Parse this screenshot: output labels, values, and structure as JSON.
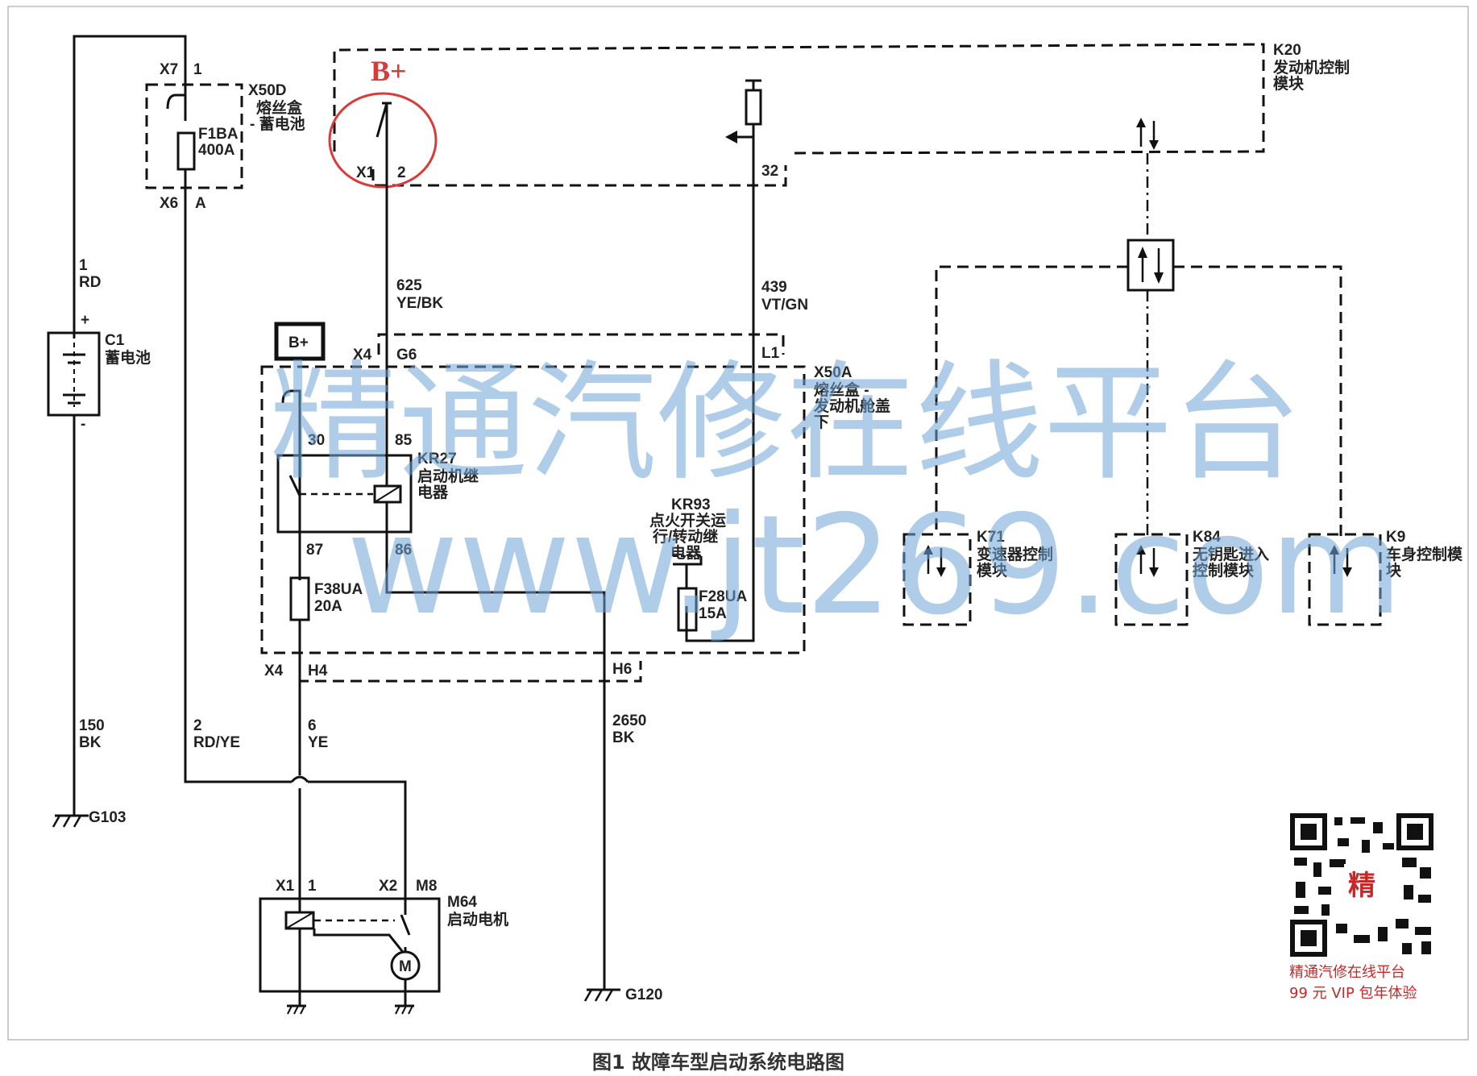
{
  "caption": "图1 故障车型启动系统电路图",
  "highlight_label": "B+",
  "b_plus_box": "B+",
  "watermark": {
    "line1": "精通汽修在线平台",
    "line2": "www.jt269.com"
  },
  "qr": {
    "center_char": "精",
    "line1": "精通汽修在线平台",
    "line2": "99 元 VIP 包年体验"
  },
  "components": {
    "x50d": {
      "id": "X50D",
      "name1": "熔丝盒",
      "name2": "- 蓄电池"
    },
    "f1ba": {
      "id": "F1BA",
      "rating": "400A"
    },
    "c1": {
      "id": "C1",
      "name": "蓄电池",
      "plus": "+",
      "minus": "-"
    },
    "k20": {
      "id": "K20",
      "name1": "发动机控制",
      "name2": "模块"
    },
    "x50a": {
      "id": "X50A",
      "name1": "熔丝盒 -",
      "name2": "发动机舱盖",
      "name3": "下"
    },
    "kr27": {
      "id": "KR27",
      "name1": "启动机继",
      "name2": "电器"
    },
    "kr93": {
      "id": "KR93",
      "name1": "点火开关运",
      "name2": "行/转动继",
      "name3": "电器"
    },
    "f38ua": {
      "id": "F38UA",
      "rating": "20A"
    },
    "f28ua": {
      "id": "F28UA",
      "rating": "15A"
    },
    "m64": {
      "id": "M64",
      "name": "启动电机",
      "motor": "M"
    },
    "k71": {
      "id": "K71",
      "name1": "变速器控制",
      "name2": "模块"
    },
    "k84": {
      "id": "K84",
      "name1": "无钥匙进入",
      "name2": "控制模块"
    },
    "k9": {
      "id": "K9",
      "name1": "车身控制模",
      "name2": "块"
    }
  },
  "connectors": {
    "x7": "X7",
    "x7_pin": "1",
    "x6": "X6",
    "x6_pin": "A",
    "x1_k20": "X1",
    "x1_k20_pin": "2",
    "k20_pin32": "32",
    "x4_top": "X4",
    "g6": "G6",
    "l1": "L1",
    "x4_bot": "X4",
    "h4": "H4",
    "h6": "H6",
    "pin30": "30",
    "pin85": "85",
    "pin87": "87",
    "pin86": "86",
    "m64_x1": "X1",
    "m64_x1_pin": "1",
    "m64_x2": "X2",
    "m64_m8": "M8"
  },
  "wires": {
    "w1": {
      "circuit": "1",
      "color": "RD"
    },
    "w150": {
      "circuit": "150",
      "color": "BK"
    },
    "w2": {
      "circuit": "2",
      "color": "RD/YE"
    },
    "w625": {
      "circuit": "625",
      "color": "YE/BK"
    },
    "w439": {
      "circuit": "439",
      "color": "VT/GN"
    },
    "w6": {
      "circuit": "6",
      "color": "YE"
    },
    "w2650": {
      "circuit": "2650",
      "color": "BK"
    }
  },
  "grounds": {
    "g103": "G103",
    "g120": "G120"
  },
  "colors": {
    "highlight": "#d93a3a",
    "watermark": "#6fa5d8",
    "line": "#111111"
  }
}
